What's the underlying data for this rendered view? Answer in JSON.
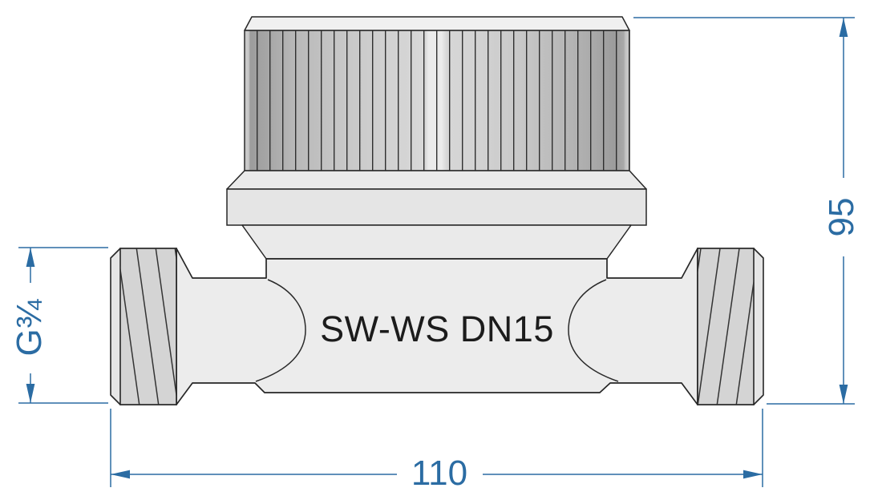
{
  "drawing": {
    "product_label": "SW-WS DN15",
    "dimensions": {
      "width": {
        "label": "110",
        "orientation": "horizontal",
        "position": "bottom"
      },
      "height": {
        "label": "95",
        "orientation": "vertical",
        "position": "right"
      },
      "thread_size": {
        "label": "G¾",
        "orientation": "vertical",
        "position": "left"
      }
    },
    "colors": {
      "dimension_blue": "#2b6ca3",
      "outline": "#262626",
      "body_fill": "#ececec",
      "flange_fill": "#e5e5e5",
      "thread_fill": "#d4d4d4",
      "background": "#ffffff",
      "label_ink": "#1c1c1c"
    }
  }
}
